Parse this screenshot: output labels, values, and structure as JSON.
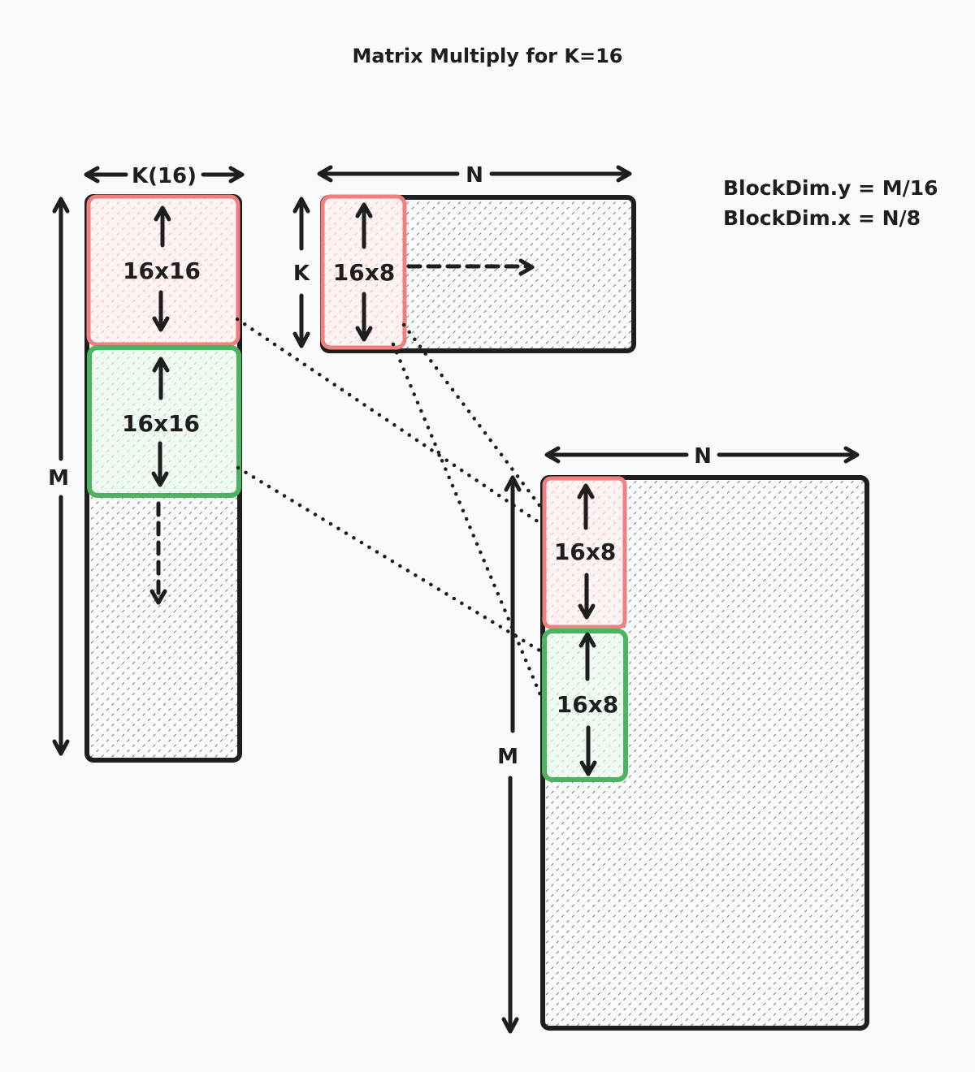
{
  "title": "Matrix Multiply for K=16",
  "colors": {
    "background": "#f9fafb",
    "stroke": "#1e1e1e",
    "tile_red": "#f07f7f",
    "tile_green": "#4cb35e"
  },
  "matrix_a": {
    "width_label": "K(16)",
    "height_label": "M",
    "tiles": [
      {
        "label": "16x16",
        "color": "red"
      },
      {
        "label": "16x16",
        "color": "green"
      }
    ]
  },
  "matrix_b": {
    "width_label": "N",
    "height_label": "K",
    "tiles": [
      {
        "label": "16x8",
        "color": "red"
      }
    ]
  },
  "matrix_c": {
    "width_label": "N",
    "height_label": "M",
    "tiles": [
      {
        "label": "16x8",
        "color": "red"
      },
      {
        "label": "16x8",
        "color": "green"
      }
    ]
  },
  "notes": [
    "BlockDim.y = M/16",
    "BlockDim.x = N/8"
  ]
}
